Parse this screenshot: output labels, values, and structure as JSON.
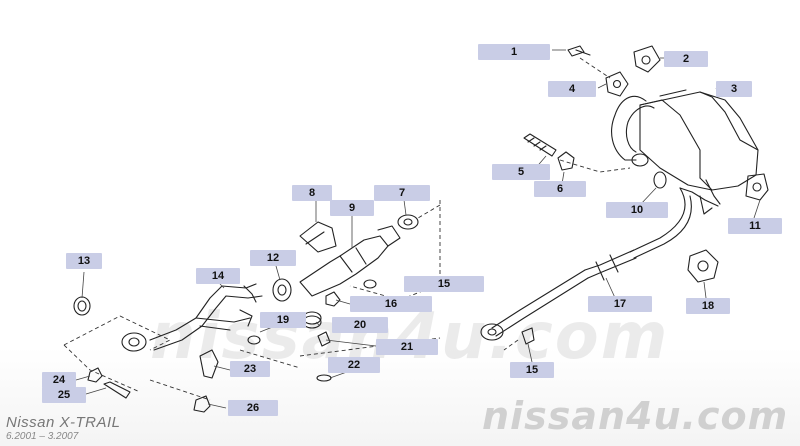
{
  "watermark": {
    "center": "nissan4u.com",
    "brand": "nissan4u.com"
  },
  "caption": {
    "model": "Nissan X-TRAIL",
    "years": "6.2001 – 3.2007"
  },
  "callouts": [
    {
      "id": "c1",
      "label": "1"
    },
    {
      "id": "c2",
      "label": "2"
    },
    {
      "id": "c3",
      "label": "3"
    },
    {
      "id": "c4",
      "label": "4"
    },
    {
      "id": "c5",
      "label": "5"
    },
    {
      "id": "c6",
      "label": "6"
    },
    {
      "id": "c7",
      "label": "7"
    },
    {
      "id": "c8",
      "label": "8"
    },
    {
      "id": "c9",
      "label": "9"
    },
    {
      "id": "c10",
      "label": "10"
    },
    {
      "id": "c11",
      "label": "11"
    },
    {
      "id": "c12",
      "label": "12"
    },
    {
      "id": "c13",
      "label": "13"
    },
    {
      "id": "c14",
      "label": "14"
    },
    {
      "id": "c15a",
      "label": "15"
    },
    {
      "id": "c15b",
      "label": "15"
    },
    {
      "id": "c16",
      "label": "16"
    },
    {
      "id": "c17",
      "label": "17"
    },
    {
      "id": "c18",
      "label": "18"
    },
    {
      "id": "c19",
      "label": "19"
    },
    {
      "id": "c20",
      "label": "20"
    },
    {
      "id": "c21",
      "label": "21"
    },
    {
      "id": "c22",
      "label": "22"
    },
    {
      "id": "c23",
      "label": "23"
    },
    {
      "id": "c24",
      "label": "24"
    },
    {
      "id": "c25",
      "label": "25"
    },
    {
      "id": "c26",
      "label": "26"
    }
  ]
}
